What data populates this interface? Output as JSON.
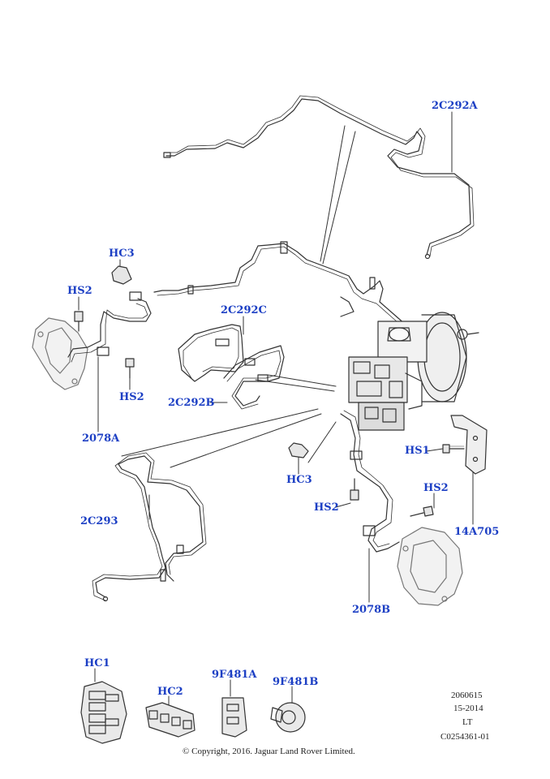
{
  "callouts": {
    "c2c292a": "2C292A",
    "hc3_top": "HC3",
    "hs2_left": "HS2",
    "c2c292c": "2C292C",
    "hs2_mid": "HS2",
    "c2c292b": "2C292B",
    "c2078a": "2078A",
    "hs1": "HS1",
    "hc3_mid": "HC3",
    "hs2_right": "HS2",
    "c2c293": "2C293",
    "hs2_lower": "HS2",
    "c14a705": "14A705",
    "c2078b": "2078B",
    "hc1": "HC1",
    "hc2": "HC2",
    "c9f481a": "9F481A",
    "c9f481b": "9F481B"
  },
  "metadata": {
    "line1": "2060615",
    "line2": "15-2014",
    "line3": "LT",
    "line4": "C0254361-01"
  },
  "copyright": "© Copyright, 2016. Jaguar Land Rover Limited.",
  "colors": {
    "callout": "#1c3fc4",
    "line": "#333333",
    "part_fill": "#e6e6e6"
  }
}
